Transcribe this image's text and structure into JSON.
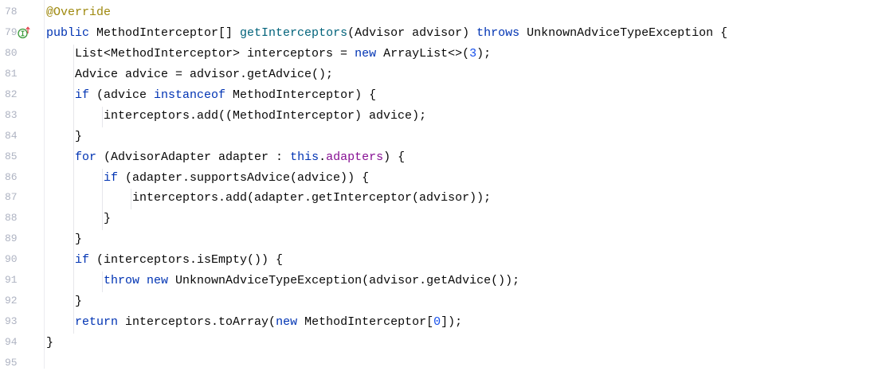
{
  "editor": {
    "colors": {
      "keyword": "#0033b3",
      "method": "#00627a",
      "annotation": "#9e880d",
      "field": "#871094",
      "number": "#1750eb",
      "text": "#080808",
      "line_number": "#aeb3c2"
    },
    "gutter_icons": {
      "79": "implementing-method-icon"
    },
    "lines": [
      {
        "n": "78",
        "indent": 1,
        "tokens": [
          [
            "@Override",
            "ann"
          ]
        ]
      },
      {
        "n": "79",
        "indent": 1,
        "tokens": [
          [
            "public",
            "kw"
          ],
          [
            " MethodInterceptor[] ",
            ""
          ],
          [
            "getInterceptors",
            "fn"
          ],
          [
            "(Advisor advisor) ",
            ""
          ],
          [
            "throws",
            "kw"
          ],
          [
            " UnknownAdviceTypeException {",
            ""
          ]
        ]
      },
      {
        "n": "80",
        "indent": 2,
        "tokens": [
          [
            "List<MethodInterceptor> interceptors = ",
            ""
          ],
          [
            "new",
            "kw"
          ],
          [
            " ArrayList<>(",
            ""
          ],
          [
            "3",
            "num"
          ],
          [
            ");",
            ""
          ]
        ]
      },
      {
        "n": "81",
        "indent": 2,
        "tokens": [
          [
            "Advice advice = advisor.getAdvice();",
            ""
          ]
        ]
      },
      {
        "n": "82",
        "indent": 2,
        "tokens": [
          [
            "if",
            "kw"
          ],
          [
            " (advice ",
            ""
          ],
          [
            "instanceof",
            "kw"
          ],
          [
            " MethodInterceptor) {",
            ""
          ]
        ]
      },
      {
        "n": "83",
        "indent": 3,
        "tokens": [
          [
            "interceptors.add((MethodInterceptor) advice);",
            ""
          ]
        ]
      },
      {
        "n": "84",
        "indent": 2,
        "tokens": [
          [
            "}",
            ""
          ]
        ]
      },
      {
        "n": "85",
        "indent": 2,
        "tokens": [
          [
            "for",
            "kw"
          ],
          [
            " (AdvisorAdapter adapter : ",
            ""
          ],
          [
            "this",
            "kw"
          ],
          [
            ".",
            ""
          ],
          [
            "adapters",
            "fld"
          ],
          [
            ") {",
            ""
          ]
        ]
      },
      {
        "n": "86",
        "indent": 3,
        "tokens": [
          [
            "if",
            "kw"
          ],
          [
            " (adapter.supportsAdvice(advice)) {",
            ""
          ]
        ]
      },
      {
        "n": "87",
        "indent": 4,
        "tokens": [
          [
            "interceptors.add(adapter.getInterceptor(advisor));",
            ""
          ]
        ]
      },
      {
        "n": "88",
        "indent": 3,
        "tokens": [
          [
            "}",
            ""
          ]
        ]
      },
      {
        "n": "89",
        "indent": 2,
        "tokens": [
          [
            "}",
            ""
          ]
        ]
      },
      {
        "n": "90",
        "indent": 2,
        "tokens": [
          [
            "if",
            "kw"
          ],
          [
            " (interceptors.isEmpty()) {",
            ""
          ]
        ]
      },
      {
        "n": "91",
        "indent": 3,
        "tokens": [
          [
            "throw",
            "kw"
          ],
          [
            " ",
            ""
          ],
          [
            "new",
            "kw"
          ],
          [
            " UnknownAdviceTypeException(advisor.getAdvice());",
            ""
          ]
        ]
      },
      {
        "n": "92",
        "indent": 2,
        "tokens": [
          [
            "}",
            ""
          ]
        ]
      },
      {
        "n": "93",
        "indent": 2,
        "tokens": [
          [
            "return",
            "kw"
          ],
          [
            " interceptors.toArray(",
            ""
          ],
          [
            "new",
            "kw"
          ],
          [
            " MethodInterceptor[",
            ""
          ],
          [
            "0",
            "num"
          ],
          [
            "]);",
            ""
          ]
        ]
      },
      {
        "n": "94",
        "indent": 1,
        "tokens": [
          [
            "}",
            ""
          ]
        ]
      },
      {
        "n": "95",
        "indent": 0,
        "tokens": []
      }
    ]
  }
}
